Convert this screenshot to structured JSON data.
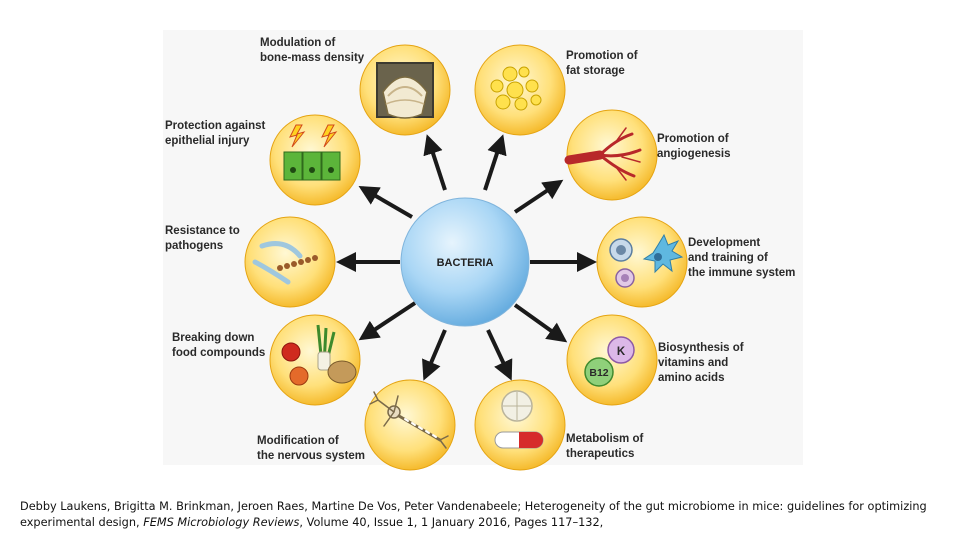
{
  "diagram": {
    "center": "BACTERIA",
    "nodes": [
      {
        "id": "bone",
        "icon": "bone-tissue-icon",
        "lines": [
          "Modulation of",
          "bone-mass density"
        ]
      },
      {
        "id": "fat",
        "icon": "fat-droplets-icon",
        "lines": [
          "Promotion of",
          "fat storage"
        ]
      },
      {
        "id": "angio",
        "icon": "blood-vessel-icon",
        "lines": [
          "Promotion of",
          "angiogenesis"
        ]
      },
      {
        "id": "immune",
        "icon": "immune-cells-icon",
        "lines": [
          "Development",
          "and training of",
          "the immune system"
        ]
      },
      {
        "id": "vitamins",
        "icon": "vitamin-molecules-icon",
        "lines": [
          "Biosynthesis of",
          "vitamins and",
          "amino acids"
        ],
        "vitamin_labels": [
          "K",
          "B12"
        ]
      },
      {
        "id": "therapeutics",
        "icon": "pill-capsule-icon",
        "lines": [
          "Metabolism of",
          "therapeutics"
        ]
      },
      {
        "id": "nervous",
        "icon": "neuron-icon",
        "lines": [
          "Modification of",
          "the nervous system"
        ]
      },
      {
        "id": "food",
        "icon": "vegetables-icon",
        "lines": [
          "Breaking down",
          "food compounds"
        ]
      },
      {
        "id": "pathogens",
        "icon": "pathogen-bacteria-icon",
        "lines": [
          "Resistance to",
          "pathogens"
        ]
      },
      {
        "id": "epithelial",
        "icon": "epithelial-cells-icon",
        "lines": [
          "Protection against",
          "epithelial injury"
        ]
      }
    ]
  },
  "caption": {
    "authors": "Debby Laukens, Brigitta M. Brinkman, Jeroen Raes, Martine De Vos, Peter Vandenabeele; Heterogeneity of the gut microbiome in mice: guidelines for optimizing experimental design, ",
    "journal": "FEMS Microbiology Reviews",
    "rest": ", Volume 40, Issue 1, 1 January 2016, Pages 117–132,"
  }
}
